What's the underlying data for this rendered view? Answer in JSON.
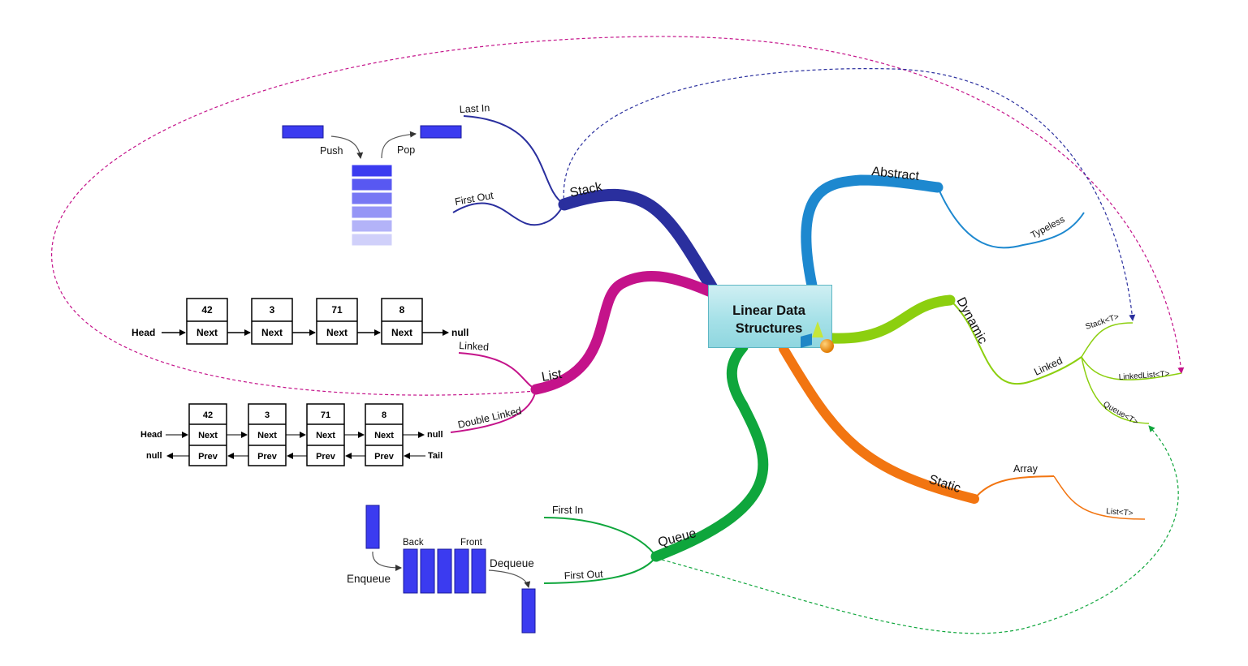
{
  "center": {
    "line1": "Linear Data",
    "line2": "Structures"
  },
  "branches": {
    "stack": "Stack",
    "list": "List",
    "queue": "Queue",
    "abstract": "Abstract",
    "dynamic": "Dynamic",
    "static": "Static"
  },
  "stack": {
    "last_in": "Last In",
    "first_out": "First Out",
    "push": "Push",
    "pop": "Pop"
  },
  "list": {
    "linked": "Linked",
    "double_linked": "Double Linked",
    "head": "Head",
    "tail": "Tail",
    "null": "null",
    "next": "Next",
    "prev": "Prev",
    "values": [
      "42",
      "3",
      "71",
      "8"
    ]
  },
  "queue": {
    "first_in": "First In",
    "first_out": "First Out",
    "back": "Back",
    "front": "Front",
    "enqueue": "Enqueue",
    "dequeue": "Dequeue"
  },
  "abstract": {
    "typeless": "Typeless"
  },
  "dynamic": {
    "linked": "Linked",
    "stack_t": "Stack<T>",
    "linkedlist_t": "LinkedList<T>",
    "queue_t": "Queue<T>"
  },
  "static": {
    "array": "Array",
    "list_t": "List<T>"
  },
  "colors": {
    "stack": "#2a2f9e",
    "list": "#c4138a",
    "queue": "#0fa63c",
    "abstract": "#1d88cf",
    "dynamic": "#8ccf0f",
    "static": "#f27511",
    "blue_block": "#3b3bf0"
  }
}
